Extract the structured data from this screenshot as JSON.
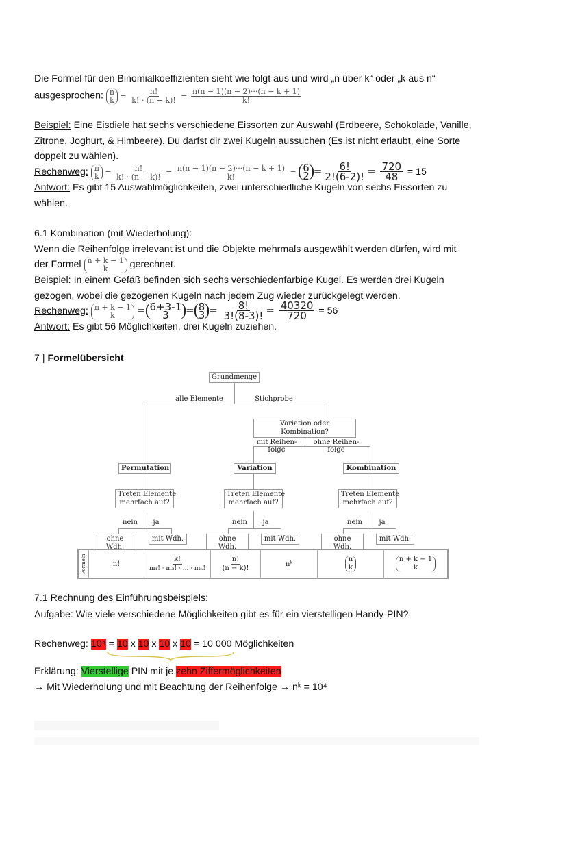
{
  "sec_intro": {
    "line1": "Die Formel für den Binomialkoeffizienten sieht wie folgt aus und wird „n über k“ oder „k aus n“",
    "line2": "ausgesprochen:",
    "f_n": "n",
    "f_k": "k",
    "f_nfac": "n!",
    "f_den": "k! · (n − k)!",
    "f_num2": "n(n − 1)(n − 2)···(n − k + 1)",
    "f_den2": "k!"
  },
  "ex1": {
    "label": "Beispiel:",
    "text1": " Eine Eisdiele hat sechs verschiedene Eissorten zur Auswahl (Erdbeere, Schokolade, Vanille,",
    "text2": "Zitrone, Joghurt, & Himbeere). Du darfst dir zwei Kugeln aussuchen (Es ist nicht erlaubt, eine Sorte",
    "text3": "doppelt zu wählen).",
    "calc_label": "Rechenweg:",
    "hw_a": "6",
    "hw_b": "2",
    "hw_num1": "6!",
    "hw_den1": "2!(6-2)!",
    "hw_num2": "720",
    "hw_den2": "48",
    "result": "= 15",
    "answer_label": "Antwort:",
    "answer1": " Es gibt 15 Auswahlmöglichkeiten, zwei unterschiedliche Kugeln von sechs Eissorten zu",
    "answer2": "wählen."
  },
  "sec61": {
    "title": "6.1 Kombination (mit Wiederholung):",
    "text1": "Wenn die Reihenfolge irrelevant ist und die Objekte mehrmals ausgewählt werden dürfen, wird mit",
    "text2a": "der Formel",
    "f_top": "n + k − 1",
    "f_bot": "k",
    "text2b": "gerechnet.",
    "ex_label": "Beispiel:",
    "ex1": " In einem Gefäß befinden sich sechs verschiedenfarbige Kugel. Es werden drei Kugeln",
    "ex2": "gezogen, wobei die gezogenen Kugeln nach jedem Zug wieder zurückgelegt werden.",
    "calc_label": "Rechenweg:",
    "hw_t1": "6+3-1",
    "hw_b1": "3",
    "hw_t2": "8",
    "hw_b2": "3",
    "hw_n3": "8!",
    "hw_d3": "3!(8-3)!",
    "hw_n4": "40320",
    "hw_d4": "720",
    "result": "= 56",
    "answer_label": "Antwort:",
    "answer": " Es gibt 56 Möglichkeiten, drei Kugeln zuziehen."
  },
  "sec7": {
    "number": "7 |",
    "title": "Formelübersicht"
  },
  "diagram": {
    "root": "Grundmenge",
    "left_branch": "alle Elemente",
    "right_branch": "Stichprobe",
    "question": "Variation oder Kombination?",
    "mit": "mit Reihen-\nfolge",
    "ohne": "ohne Reihen-\nfolge",
    "perm": "Permutation",
    "vari": "Variation",
    "komb": "Kombination",
    "treten": "Treten Elemente\nmehrfach auf?",
    "nein": "nein",
    "ja": "ja",
    "ohne_wdh": "ohne Wdh.",
    "mit_wdh": "mit Wdh.",
    "formeln": "Formeln",
    "f1": "n!",
    "f2_num": "k!",
    "f2_den": "m₁! · m₂! · ... · mₙ!",
    "f3_num": "n!",
    "f3_den": "(n − k)!",
    "f4": "nᵏ",
    "f5_top": "n",
    "f5_bot": "k",
    "f6_top": "n + k − 1",
    "f6_bot": "k"
  },
  "sec71": {
    "title": "7.1 Rechnung des Einführungsbeispiels:",
    "task": "Aufgabe: Wie viele verschiedene Möglichkeiten gibt es für ein vierstelligen Handy-PIN?",
    "calc_label": "Rechenweg: ",
    "pow": "10⁴",
    "ten": "10",
    "eq": " = ",
    "x": " x ",
    "result": " = 10 000 Möglichkeiten",
    "expl_label": "Erklärung: ",
    "hl_green": "Vierstellige",
    "mid": " PIN mit je ",
    "hl_red": "zehn Ziffermöglichkeiten",
    "line2": "→ Mit Wiederholung und mit Beachtung der Reihenfolge → nᵏ = 10⁴"
  },
  "colors": {
    "red_highlight": "#ff1a1a",
    "green_highlight": "#33cc33",
    "brace": "#d8c24a"
  }
}
